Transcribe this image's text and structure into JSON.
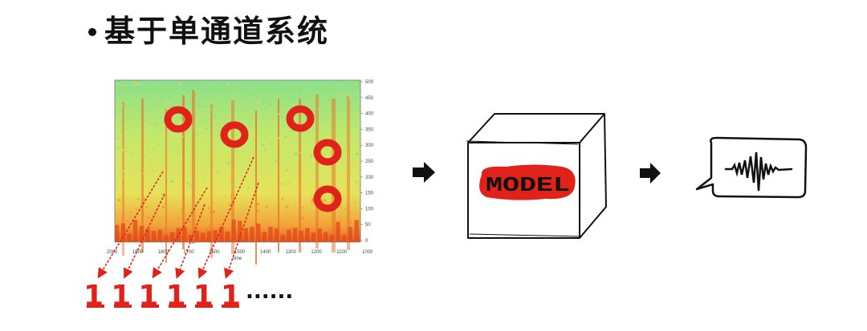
{
  "title": "基于单通道系统",
  "spectrogram": {
    "y_ticks": [
      "500",
      "450",
      "400",
      "350",
      "300",
      "250",
      "200",
      "150",
      "100",
      "50",
      "0"
    ],
    "x_ticks": [
      "2000",
      "1900",
      "1800",
      "1700",
      "1600",
      "1500",
      "1400",
      "1300",
      "1200",
      "1100",
      "1000"
    ],
    "x_axis_label": "time"
  },
  "model_label": "MODEL",
  "labels": {
    "ones": "1 1 1 1 1 1",
    "ellipsis": "......"
  },
  "colors": {
    "accent_red": "#e0221b",
    "ink": "#111111"
  },
  "icons": {
    "arrow": "right-arrow-icon",
    "speech_bubble": "speech-bubble-icon",
    "waveform": "waveform-icon",
    "circle_marker": "circle-marker-icon"
  }
}
